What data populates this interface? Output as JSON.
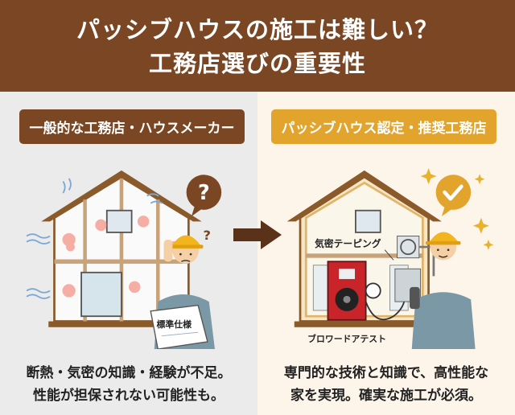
{
  "header": {
    "title_line1": "パッシブハウスの施工は難しい？",
    "title_line2": "工務店選びの重要性"
  },
  "left": {
    "label": "一般的な工務店・ハウスメーカー",
    "document_label": "標準仕様",
    "caption_line1": "断熱・気密の知識・経験が不足。",
    "caption_line2": "性能が担保されない可能性も。",
    "icon": "question-bubble-icon"
  },
  "right": {
    "label": "パッシブハウス認定・推奨工務店",
    "tape_label": "気密テーピング",
    "test_label": "ブロワードアテスト",
    "caption_line1": "専門的な技術と知識で、高性能な",
    "caption_line2": "家を実現。確実な施工が必須。",
    "icon": "check-bubble-icon"
  },
  "colors": {
    "brown": "#7b4623",
    "gold": "#e2a42c"
  }
}
